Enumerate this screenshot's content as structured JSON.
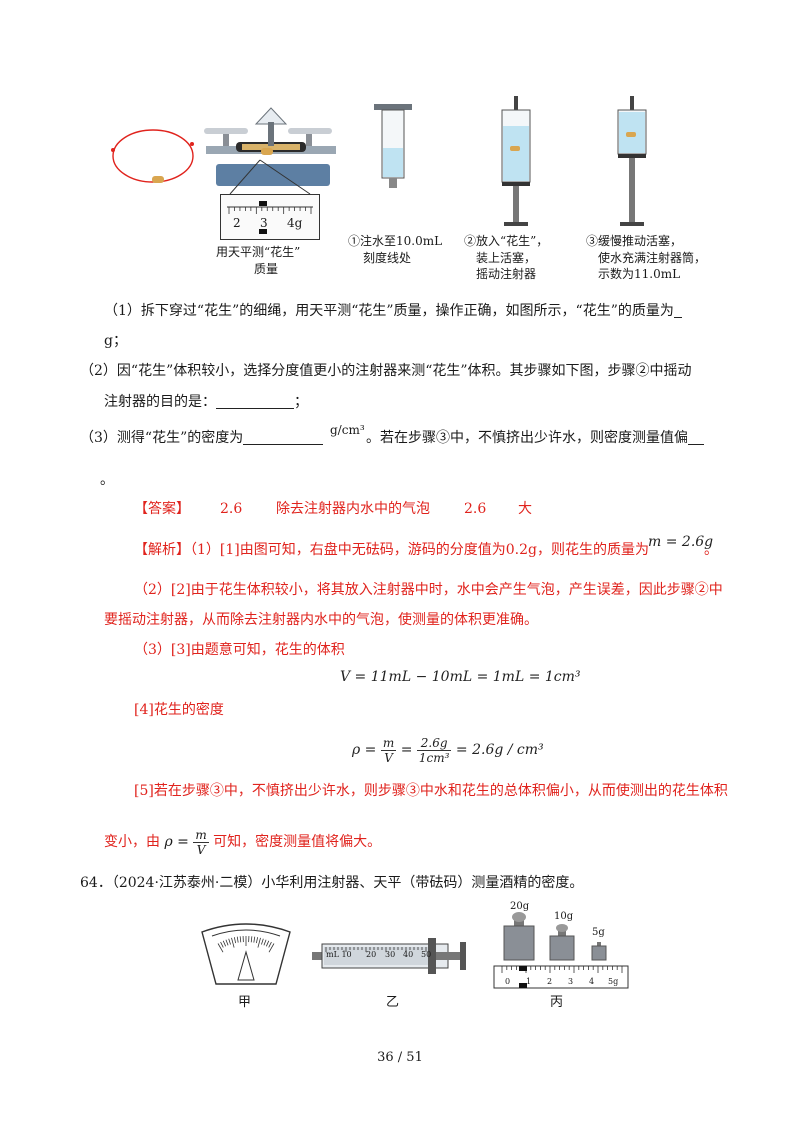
{
  "figure1": {
    "balance_caption_line1": "用天平测“花生”",
    "balance_caption_line2": "质量",
    "scale_ticks": [
      "2",
      "3",
      "4g"
    ],
    "step1_line1": "①注水至10.0mL",
    "step1_line2": "刻度线处",
    "step2_line1": "②放入“花生”，",
    "step2_line2": "装上活塞，",
    "step2_line3": "摇动注射器",
    "step3_line1": "③缓慢推动活塞，",
    "step3_line2": "使水充满注射器筒，",
    "step3_line3": "示数为11.0mL"
  },
  "question": {
    "q1_line1": "（1）拆下穿过“花生”的细绳，用天平测“花生”质量，操作正确，如图所示，“花生”的质量为",
    "q1_line2": "g；",
    "q2_line1": "（2）因“花生”体积较小，选择分度值更小的注射器来测“花生”体积。其步骤如下图，步骤②中摇动",
    "q2_line2a": "注射器的目的是：",
    "q2_line2b": "；",
    "q3_a": "（3）测得“花生”的密度为",
    "q3_unit": "g/cm³",
    "q3_b": "。若在步骤③中，不慎挤出少许水，则密度测量值偏",
    "q3_c": "。"
  },
  "answer": {
    "label": "【答案】",
    "a1": "2.6",
    "a2": "除去注射器内水中的气泡",
    "a3": "2.6",
    "a4": "大"
  },
  "analysis": {
    "label": "【解析】",
    "p1": "（1）[1]由图可知，右盘中无砝码，游码的分度值为0.2g，则花生的质量为",
    "p1_eq": "m = 2.6g",
    "p1_end": "。",
    "p2_line1": "（2）[2]由于花生体积较小，将其放入注射器中时，水中会产生气泡，产生误差，因此步骤②中",
    "p2_line2": "要摇动注射器，从而除去注射器内水中的气泡，使测量的体积更准确。",
    "p3": "（3）[3]由题意可知，花生的体积",
    "eq_volume": "V = 11mL − 10mL = 1mL = 1cm³",
    "p4": "[4]花生的密度",
    "eq_rho_lhs": "ρ =",
    "eq_rho_num1": "m",
    "eq_rho_den1": "V",
    "eq_rho_num2": "2.6g",
    "eq_rho_den2": "1cm³",
    "eq_rho_rhs": "= 2.6g / cm³",
    "p5": "[5]若在步骤③中，不慎挤出少许水，则步骤③中水和花生的总体积偏小，从而使测出的花生体积",
    "p6a": "变小，由",
    "p6_rho": "ρ =",
    "p6_num": "m",
    "p6_den": "V",
    "p6b": "可知，密度测量值将偏大。"
  },
  "problem64": {
    "text": "64．（2024·江苏泰州·二模）小华利用注射器、天平（带砝码）测量酒精的密度。",
    "label_jia": "甲",
    "label_yi": "乙",
    "label_bing": "丙",
    "syringe_scale": [
      "mL 10",
      "20",
      "30",
      "40",
      "50"
    ],
    "weights": [
      "20g",
      "10g",
      "5g"
    ],
    "rider_ticks": [
      "0",
      "1",
      "2",
      "3",
      "4",
      "5g"
    ]
  },
  "footer": {
    "page": "36 / 51"
  },
  "colors": {
    "accent_red": "#e0231d",
    "water_blue": "#bfe3f2",
    "metal_gray": "#8a8f96"
  }
}
